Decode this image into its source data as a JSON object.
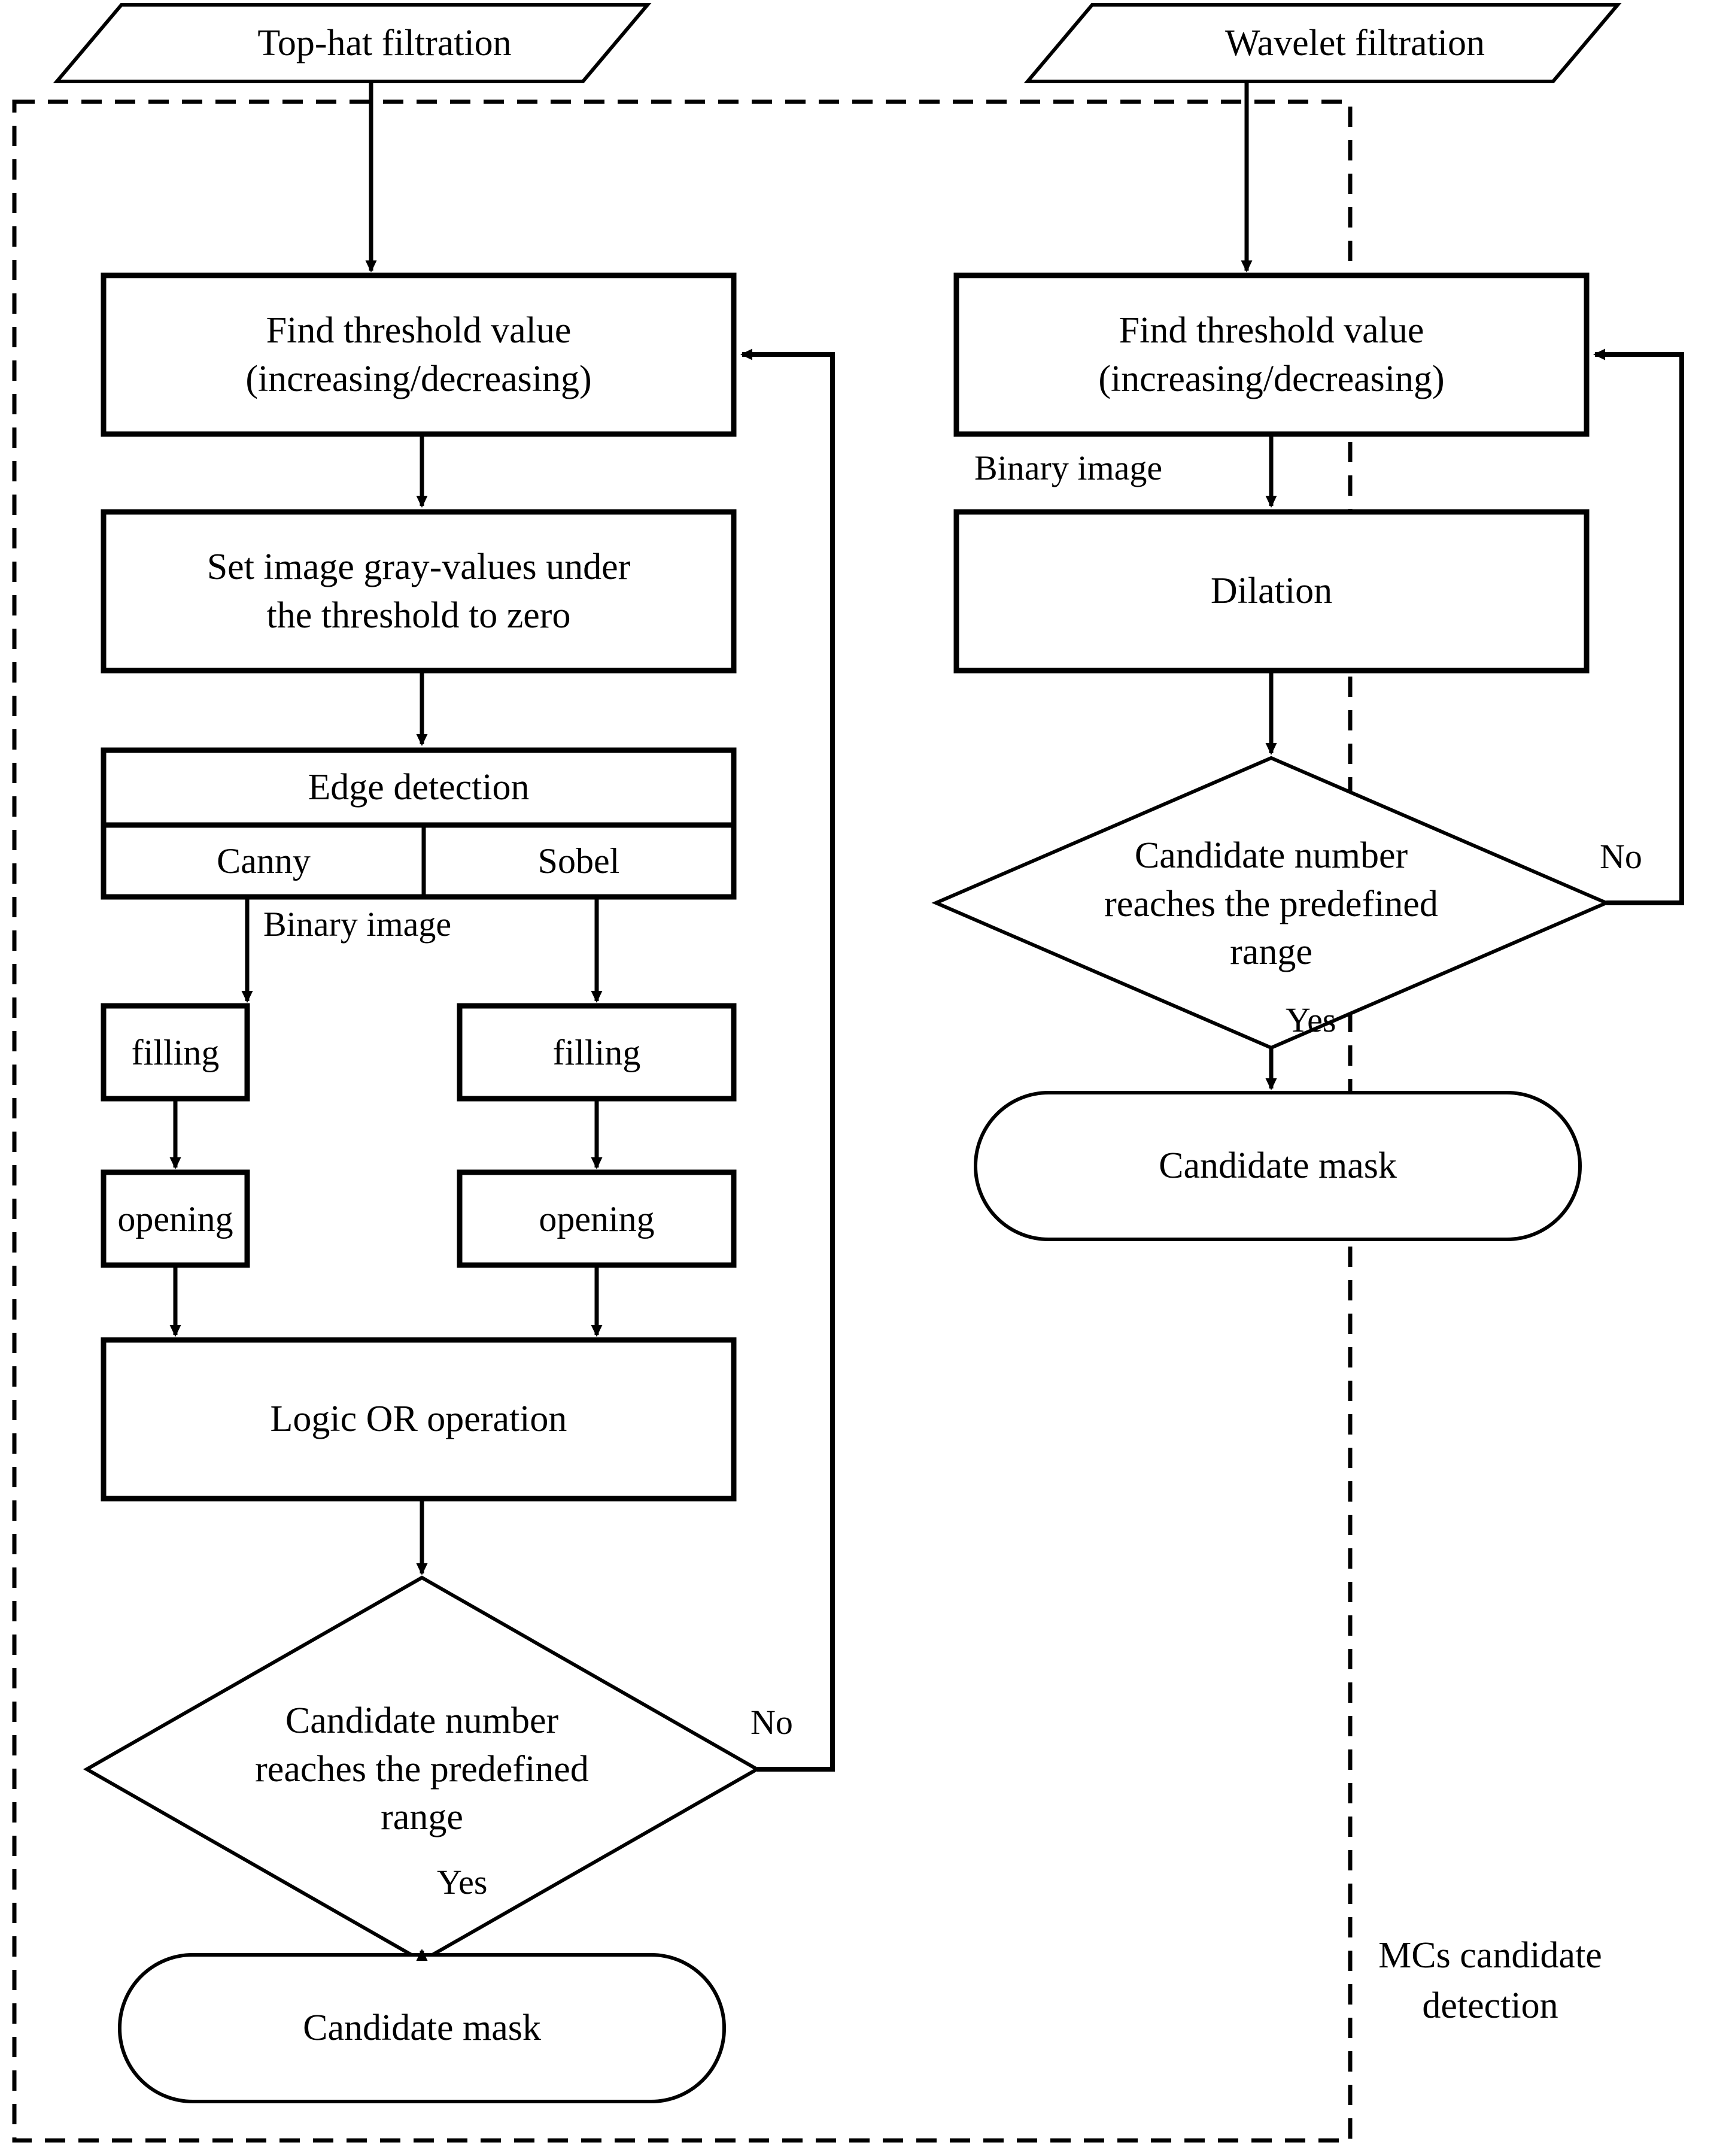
{
  "diagram": {
    "title": "MCs candidate detection flowchart",
    "group_label_line1": "MCs candidate",
    "group_label_line2": "detection",
    "stroke_color": "#000000",
    "fill_color": "#ffffff",
    "background": "#ffffff"
  },
  "left_branch": {
    "input": {
      "label": "Top-hat filtration",
      "shape": "parallelogram"
    },
    "steps": [
      {
        "id": "find-threshold",
        "line1": "Find threshold value",
        "line2": "(increasing/decreasing)",
        "shape": "process"
      },
      {
        "id": "set-gray-values",
        "line1": "Set image gray-values  under",
        "line2": "the threshold to zero",
        "shape": "process"
      },
      {
        "id": "edge-detection",
        "line1": "Edge detection",
        "shape": "process-split"
      }
    ],
    "edge_detection_methods": [
      {
        "id": "canny",
        "label": "Canny"
      },
      {
        "id": "sobel",
        "label": "Sobel"
      }
    ],
    "morph_left": [
      {
        "id": "filling-left",
        "label": "filling"
      },
      {
        "id": "opening-left",
        "label": "opening"
      }
    ],
    "morph_right": [
      {
        "id": "filling-right",
        "label": "filling"
      },
      {
        "id": "opening-right",
        "label": "opening"
      }
    ],
    "merge": {
      "id": "logic-or",
      "label": "Logic OR operation",
      "shape": "process"
    },
    "decision": {
      "id": "candidate-number-check-left",
      "line1": "Candidate number",
      "line2": "reaches  the predefined",
      "line3": "range",
      "shape": "diamond"
    },
    "terminal": {
      "id": "candidate-mask-left",
      "label": "Candidate mask",
      "shape": "stadium"
    },
    "edge_labels": {
      "binary_image": "Binary image",
      "no": "No",
      "yes": "Yes"
    }
  },
  "right_branch": {
    "input": {
      "label": "Wavelet filtration",
      "shape": "parallelogram"
    },
    "steps": [
      {
        "id": "find-threshold-right",
        "line1": "Find threshold value",
        "line2": "(increasing/decreasing)",
        "shape": "process"
      },
      {
        "id": "dilation",
        "line1": "Dilation",
        "shape": "process"
      }
    ],
    "decision": {
      "id": "candidate-number-check-right",
      "line1": "Candidate number",
      "line2": "reaches  the predefined",
      "line3": "range",
      "shape": "diamond"
    },
    "terminal": {
      "id": "candidate-mask-right",
      "label": "Candidate mask",
      "shape": "stadium"
    },
    "edge_labels": {
      "binary_image": "Binary image",
      "no": "No",
      "yes": "Yes"
    }
  }
}
